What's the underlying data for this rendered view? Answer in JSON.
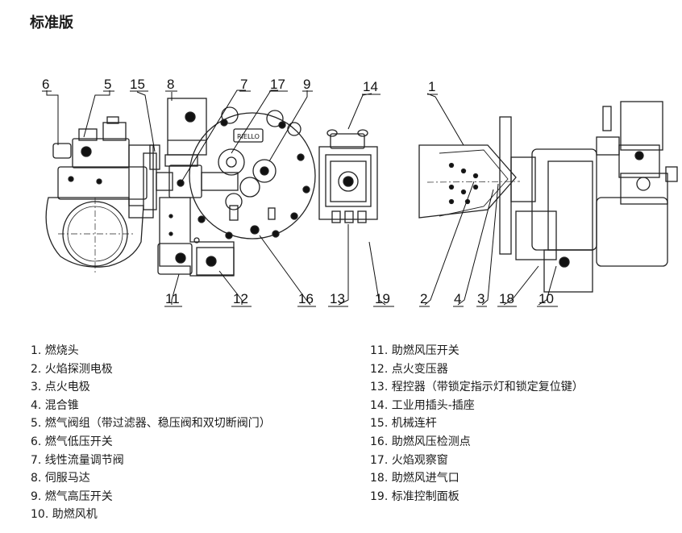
{
  "page": {
    "title": "标准版"
  },
  "diagram": {
    "callouts": {
      "c6": "6",
      "c5": "5",
      "c15": "15",
      "c8": "8",
      "c7": "7",
      "c17": "17",
      "c9": "9",
      "c14": "14",
      "c1": "1",
      "c11": "11",
      "c12": "12",
      "c16": "16",
      "c13": "13",
      "c19": "19",
      "c2": "2",
      "c4": "4",
      "c3": "3",
      "c18": "18",
      "c10": "10"
    },
    "brand_label": "RIELLO"
  },
  "legend": {
    "left": [
      "1.  燃烧头",
      "2.  火焰探测电极",
      "3.  点火电极",
      "4.  混合锥",
      "5.  燃气阀组（带过滤器、稳压阀和双切断阀门）",
      "6.  燃气低压开关",
      "7.  线性流量调节阀",
      "8.  伺服马达",
      "9.  燃气高压开关",
      "10. 助燃风机"
    ],
    "right": [
      "11. 助燃风压开关",
      "12. 点火变压器",
      "13. 程控器（带锁定指示灯和锁定复位键）",
      "14. 工业用插头-插座",
      "15. 机械连杆",
      "16. 助燃风压检测点",
      "17. 火焰观察窗",
      "18. 助燃风进气口",
      "19. 标准控制面板"
    ]
  }
}
